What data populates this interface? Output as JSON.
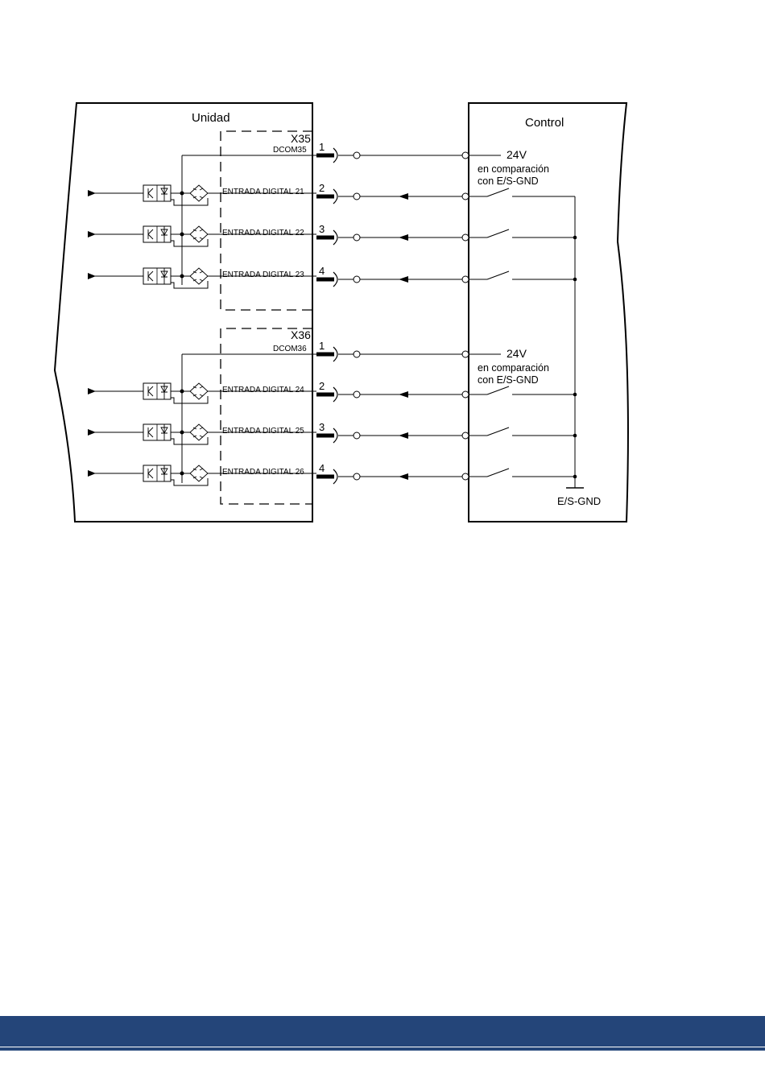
{
  "blocks": {
    "unit_title": "Unidad",
    "control_title": "Control"
  },
  "connectors": [
    {
      "name": "X35",
      "common": "DCOM35",
      "pins": [
        "1",
        "2",
        "3",
        "4"
      ],
      "inputs": [
        "ENTRADA DIGITAL 21",
        "ENTRADA DIGITAL 22",
        "ENTRADA DIGITAL 23"
      ],
      "supply": {
        "voltage": "24V",
        "line1": "en comparación",
        "line2": "con E/S-GND"
      }
    },
    {
      "name": "X36",
      "common": "DCOM36",
      "pins": [
        "1",
        "2",
        "3",
        "4"
      ],
      "inputs": [
        "ENTRADA DIGITAL 24",
        "ENTRADA DIGITAL 25",
        "ENTRADA DIGITAL 26"
      ],
      "supply": {
        "voltage": "24V",
        "line1": "en comparación",
        "line2": "con E/S-GND"
      }
    }
  ],
  "ground_label": "E/S-GND",
  "colors": {
    "footer": "#244579",
    "ink": "#000000"
  }
}
